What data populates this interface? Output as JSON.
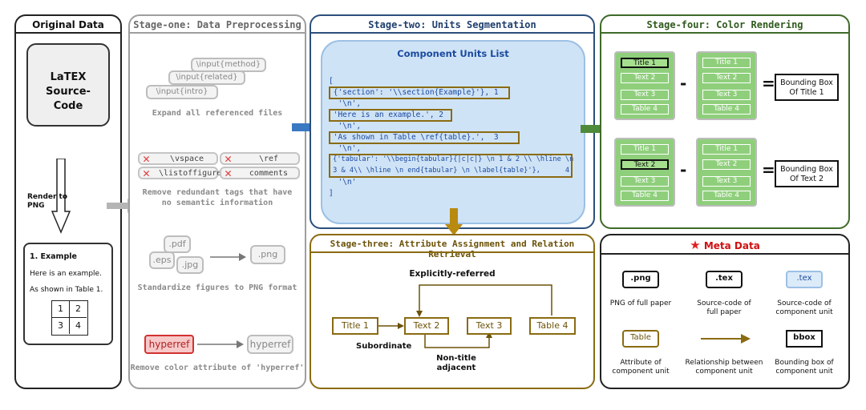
{
  "original": {
    "title": "Original Data",
    "latex_box": "LaTEX Source-\nCode",
    "render_label": "Render to\nPNG",
    "example_heading": "1. Example",
    "example_line1": "Here is an example.",
    "example_line2": "As shown in Table 1.",
    "table_cells": [
      "1",
      "2",
      "3",
      "4"
    ]
  },
  "stage_one": {
    "title": "Stage-one: Data Preprocessing",
    "inputs": [
      "\\input{method}",
      "\\input{related}",
      "\\input{intro}"
    ],
    "caption_expand": "Expand all referenced files",
    "tags": [
      "\\vspace",
      "\\ref",
      "\\listoffigures",
      "comments"
    ],
    "caption_remove_tags": "Remove redundant tags that have\nno semantic information",
    "files": [
      ".pdf",
      ".eps",
      ".jpg"
    ],
    "png_label": ".png",
    "caption_standardize": "Standardize figures to PNG format",
    "hyperref_red": "hyperref",
    "hyperref_gray": "hyperref",
    "caption_hyperref": "Remove color attribute of 'hyperref'"
  },
  "stage_two": {
    "title": "Stage-two: Units Segmentation",
    "list_title": "Component Units List",
    "code_lines": [
      "[",
      " {'section': '\\\\section{Example}'}, 1",
      "  '\\n',",
      " 'Here is an example.', 2",
      "  '\\n',",
      " 'As shown in Table \\ref{table}.',  3",
      "  '\\n',",
      " {'tabular': '\\\\begin{tabular}{|c|c|} \\n 1 & 2 \\\\ \\hline \\n",
      " 3 & 4\\\\ \\hline \\n end{tabular} \\n \\label{table}'},      4",
      "  '\\n'",
      "]"
    ]
  },
  "stage_three": {
    "title": "Stage-three: Attribute Assignment and Relation Retrieval",
    "nodes": [
      "Title 1",
      "Text 2",
      "Text 3",
      "Table 4"
    ],
    "explicit_label": "Explicitly-referred",
    "subordinate_label": "Subordinate",
    "adjacent_label": "Non-title\nadjacent"
  },
  "stage_four": {
    "title": "Stage-four: Color Rendering",
    "page_items": [
      "Title 1",
      "Text 2",
      "Text 3",
      "Table 4"
    ],
    "minus": "-",
    "equals": "=",
    "bbox1": "Bounding Box\nOf Title 1",
    "bbox2": "Bounding Box\nOf Text 2"
  },
  "meta": {
    "title": "Meta Data",
    "star": "★",
    "items": [
      {
        "box": ".png",
        "caption": "PNG of full paper"
      },
      {
        "box": ".tex",
        "caption": "Source-code of\nfull paper"
      },
      {
        "box": ".tex",
        "caption": "Source-code of\ncomponent unit"
      },
      {
        "box": "Table",
        "caption": "Attribute of\ncomponent unit"
      },
      {
        "box": "",
        "caption": "Relationship between\ncomponent unit"
      },
      {
        "box": "bbox",
        "caption": "Bounding box of\ncomponent unit"
      }
    ]
  },
  "colors": {
    "stage_two_border": "#2c4f7c",
    "stage_two_fill": "#cfe3f6",
    "stage_three_border": "#8a6b12",
    "stage_four_border": "#3f6b2a",
    "green_fill": "#8fcf7c",
    "blue_arrow": "#3a78c2",
    "green_arrow": "#4e8a3a",
    "gold_arrow": "#b88a10",
    "red_star": "#e0201f"
  }
}
